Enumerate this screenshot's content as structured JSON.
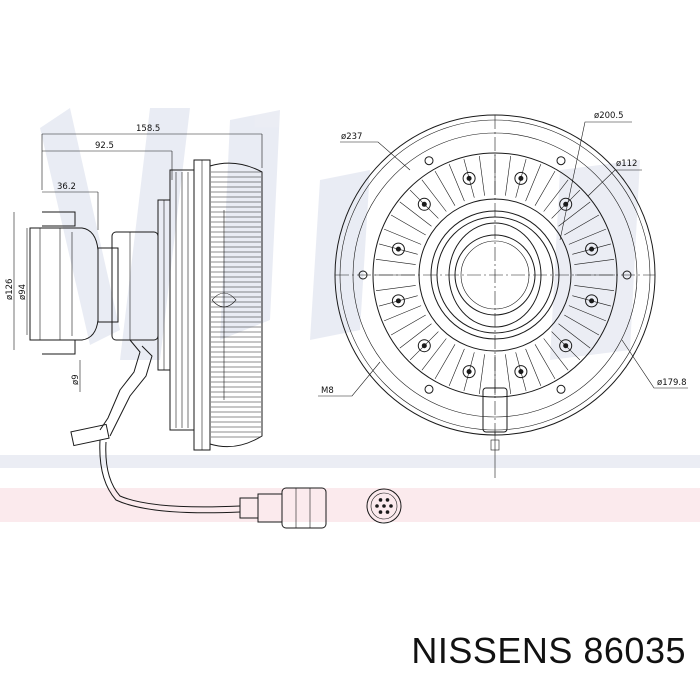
{
  "caption": {
    "brand": "NISSENS",
    "part_number": "86035"
  },
  "side_view": {
    "dim_overall_length": "158.5",
    "dim_hub_length": "92.5",
    "dim_flange_length": "36.2",
    "dim_outer_dia": "ø126",
    "dim_inner_dia": "ø94",
    "dim_pilot_dia": "ø9"
  },
  "front_view": {
    "dim_fan_dia": "ø237",
    "dim_bolt_circle_outer": "ø200.5",
    "dim_center_dia": "ø112",
    "dim_bolt_circle_inner": "ø179.8",
    "dim_thread": "M8"
  },
  "watermark": {
    "color": "#1e3a8a",
    "band_color": "#d9324a"
  },
  "icons": [
    "connector-plug-icon"
  ]
}
